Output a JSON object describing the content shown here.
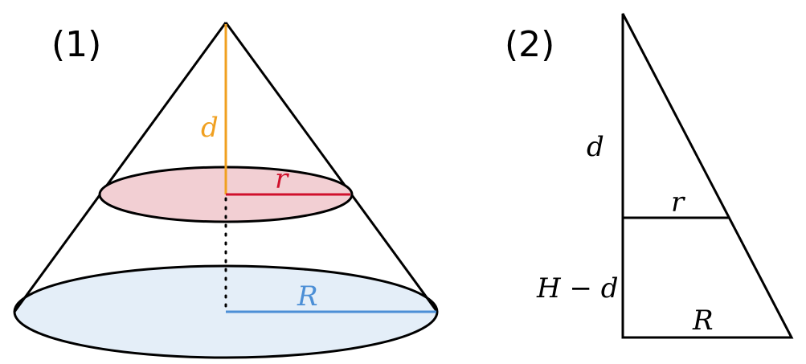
{
  "figure1": {
    "label": "(1)",
    "var_d": "d",
    "var_r": "r",
    "var_R": "R"
  },
  "figure2": {
    "label": "(2)",
    "var_d": "d",
    "var_r": "r",
    "var_H_minus_d": "H − d",
    "var_R": "R"
  },
  "colors": {
    "height_line": "#F0A020",
    "small_radius": "#D0102C",
    "small_disk_fill": "#F2CFD3",
    "large_radius": "#4C8FD6",
    "large_disk_fill": "#E4EEF8",
    "outline": "#000000"
  }
}
